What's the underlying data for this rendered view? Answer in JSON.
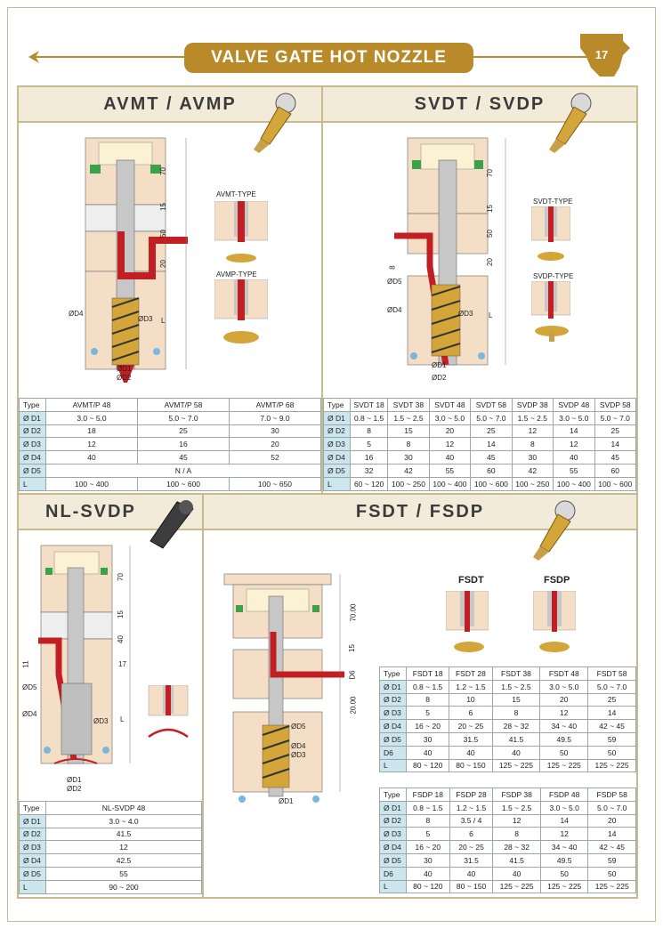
{
  "header": {
    "title": "VALVE GATE HOT NOZZLE",
    "page": "17"
  },
  "avmt": {
    "title": "AVMT / AVMP",
    "type_a": "AVMT-TYPE",
    "type_b": "AVMP-TYPE",
    "dims": {
      "d1": "ØD1",
      "d2": "ØD2",
      "d3": "ØD3",
      "d4": "ØD4",
      "l": "L",
      "v70": "70",
      "v15": "15",
      "v50": "50",
      "v20": "20"
    },
    "table": {
      "header": [
        "Type",
        "AVMT/P 48",
        "AVMT/P 58",
        "AVMT/P 68"
      ],
      "rows": [
        [
          "Ø D1",
          "3.0 ~ 5.0",
          "5.0 ~ 7.0",
          "7.0 ~ 9.0"
        ],
        [
          "Ø D2",
          "18",
          "25",
          "30"
        ],
        [
          "Ø D3",
          "12",
          "16",
          "20"
        ],
        [
          "Ø D4",
          "40",
          "45",
          "52"
        ],
        [
          "Ø D5",
          "N / A"
        ],
        [
          "L",
          "100 ~ 400",
          "100 ~ 600",
          "100 ~ 650"
        ]
      ]
    }
  },
  "svdt": {
    "title": "SVDT / SVDP",
    "type_a": "SVDT-TYPE",
    "type_b": "SVDP-TYPE",
    "dims": {
      "d1": "ØD1",
      "d2": "ØD2",
      "d3": "ØD3",
      "d4": "ØD4",
      "d5": "ØD5",
      "l": "L",
      "v70": "70",
      "v15": "15",
      "v50": "50",
      "v20": "20",
      "v8": "8"
    },
    "table": {
      "header": [
        "Type",
        "SVDT 18",
        "SVDT 38",
        "SVDT 48",
        "SVDT 58",
        "SVDP 38",
        "SVDP 48",
        "SVDP 58"
      ],
      "rows": [
        [
          "Ø D1",
          "0.8 ~ 1.5",
          "1.5 ~ 2.5",
          "3.0 ~ 5.0",
          "5.0 ~ 7.0",
          "1.5 ~ 2.5",
          "3.0 ~ 5.0",
          "5.0 ~ 7.0"
        ],
        [
          "Ø D2",
          "8",
          "15",
          "20",
          "25",
          "12",
          "14",
          "25"
        ],
        [
          "Ø D3",
          "5",
          "8",
          "12",
          "14",
          "8",
          "12",
          "14"
        ],
        [
          "Ø D4",
          "16",
          "30",
          "40",
          "45",
          "30",
          "40",
          "45"
        ],
        [
          "Ø D5",
          "32",
          "42",
          "55",
          "60",
          "42",
          "55",
          "60"
        ],
        [
          "L",
          "60 ~ 120",
          "100 ~ 250",
          "100 ~ 400",
          "100 ~ 600",
          "100 ~ 250",
          "100 ~ 400",
          "100 ~ 600"
        ]
      ]
    }
  },
  "nl": {
    "title": "NL-SVDP",
    "dims": {
      "d1": "ØD1",
      "d2": "ØD2",
      "d3": "ØD3",
      "d4": "ØD4",
      "d5": "ØD5",
      "l": "L",
      "v70": "70",
      "v15": "15",
      "v40": "40",
      "v17": "17",
      "v11": "11"
    },
    "table": {
      "header": [
        "Type",
        "NL-SVDP 48"
      ],
      "rows": [
        [
          "Ø D1",
          "3.0 ~ 4.0"
        ],
        [
          "Ø D2",
          "41.5"
        ],
        [
          "Ø D3",
          "12"
        ],
        [
          "Ø D4",
          "42.5"
        ],
        [
          "Ø D5",
          "55"
        ],
        [
          "L",
          "90 ~ 200"
        ]
      ]
    }
  },
  "fsdt": {
    "title": "FSDT / FSDP",
    "type_a": "FSDT",
    "type_b": "FSDP",
    "dims": {
      "d1": "ØD1",
      "d3": "ØD3",
      "d4": "ØD4",
      "d5": "ØD5",
      "v70": "70.00",
      "v15": "15",
      "d6": "D6",
      "v20": "20.00"
    },
    "table1": {
      "header": [
        "Type",
        "FSDT 18",
        "FSDT 28",
        "FSDT 38",
        "FSDT 48",
        "FSDT 58"
      ],
      "rows": [
        [
          "Ø D1",
          "0.8 ~ 1.5",
          "1.2 ~ 1.5",
          "1.5 ~ 2.5",
          "3.0 ~ 5.0",
          "5.0 ~ 7.0"
        ],
        [
          "Ø D2",
          "8",
          "10",
          "15",
          "20",
          "25"
        ],
        [
          "Ø D3",
          "5",
          "6",
          "8",
          "12",
          "14"
        ],
        [
          "Ø D4",
          "16 ~ 20",
          "20 ~ 25",
          "28 ~ 32",
          "34 ~ 40",
          "42 ~ 45"
        ],
        [
          "Ø D5",
          "30",
          "31.5",
          "41.5",
          "49.5",
          "59"
        ],
        [
          "D6",
          "40",
          "40",
          "40",
          "50",
          "50"
        ],
        [
          "L",
          "80 ~ 120",
          "80 ~ 150",
          "125 ~ 225",
          "125 ~ 225",
          "125 ~ 225"
        ]
      ]
    },
    "table2": {
      "header": [
        "Type",
        "FSDP 18",
        "FSDP 28",
        "FSDP 38",
        "FSDP 48",
        "FSDP 58"
      ],
      "rows": [
        [
          "Ø D1",
          "0.8 ~ 1.5",
          "1.2 ~ 1.5",
          "1.5 ~ 2.5",
          "3.0 ~ 5.0",
          "5.0 ~ 7.0"
        ],
        [
          "Ø D2",
          "8",
          "3.5 / 4",
          "12",
          "14",
          "20"
        ],
        [
          "Ø D3",
          "5",
          "6",
          "8",
          "12",
          "14"
        ],
        [
          "Ø D4",
          "16 ~ 20",
          "20 ~ 25",
          "28 ~ 32",
          "34 ~ 40",
          "42 ~ 45"
        ],
        [
          "Ø D5",
          "30",
          "31.5",
          "41.5",
          "49.5",
          "59"
        ],
        [
          "D6",
          "40",
          "40",
          "40",
          "50",
          "50"
        ],
        [
          "L",
          "80 ~ 120",
          "80 ~ 150",
          "125 ~ 225",
          "125 ~ 225",
          "125 ~ 225"
        ]
      ]
    }
  },
  "colors": {
    "gold": "#b88a2a",
    "panel_border": "#c9b98f",
    "panel_head": "#f3ebd9",
    "row_head": "#cde6ee",
    "mold": "#f4dfc6",
    "red": "#c21f24"
  }
}
